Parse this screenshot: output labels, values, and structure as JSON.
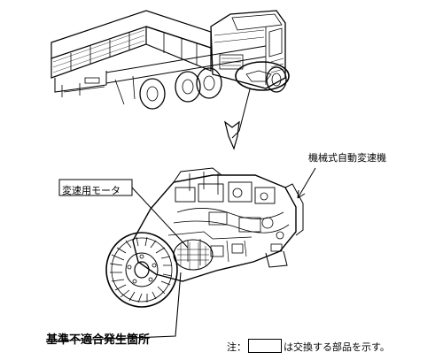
{
  "labels": {
    "amt": "機械式自動変速機",
    "shift_motor": "変速用モータ",
    "defect_location": "基準不適合発生箇所"
  },
  "note": {
    "prefix": "注：",
    "suffix": "は交換する部品を示す。"
  },
  "icons": [
    "truck-illustration",
    "transmission-illustration",
    "callout-arrow"
  ],
  "colors": {
    "line": "#000000",
    "background": "#ffffff"
  }
}
